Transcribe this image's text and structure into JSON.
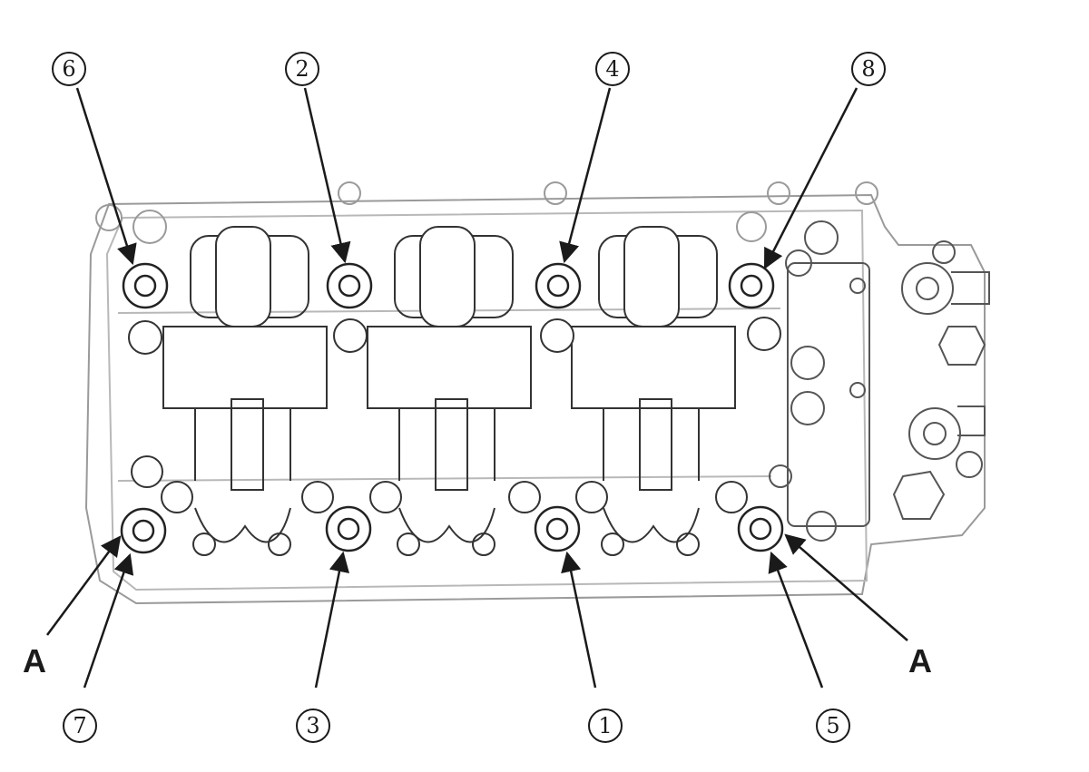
{
  "diagram": {
    "bolt_labels": {
      "b1": "1",
      "b2": "2",
      "b3": "3",
      "b4": "4",
      "b5": "5",
      "b6": "6",
      "b7": "7",
      "b8": "8"
    },
    "point_labels": {
      "left": "A",
      "right": "A"
    },
    "colors": {
      "line": "#1a1a1a",
      "outline": "#9a9a9a",
      "background": "#ffffff"
    }
  }
}
